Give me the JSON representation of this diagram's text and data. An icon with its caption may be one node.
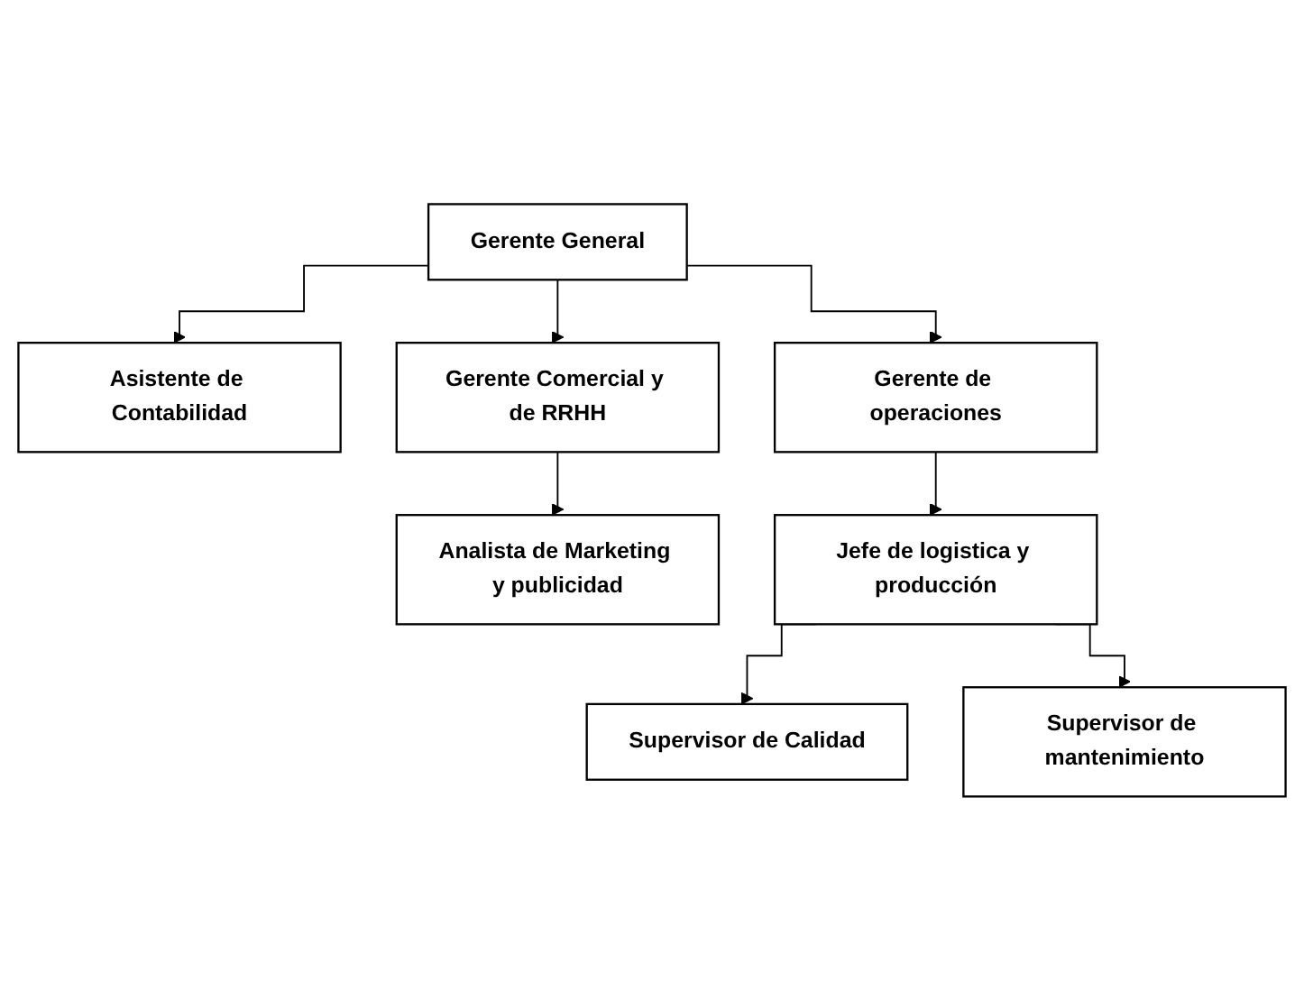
{
  "diagram": {
    "nodes": [
      {
        "text": [
          "Gerente General"
        ]
      },
      {
        "text": [
          "Asistente de Contabilidad"
        ]
      },
      {
        "text": [
          "Gerente Comercial y de RRHH"
        ]
      },
      {
        "text": [
          "Gerente de operaciones"
        ]
      },
      {
        "text": [
          "Analista de Marketing y publicidad"
        ]
      },
      {
        "text": [
          "Jefe de logistica y producción"
        ]
      },
      {
        "text": [
          "Supervisor de Calidad"
        ]
      },
      {
        "text": [
          "Supervisor de mantenimiento"
        ]
      }
    ],
    "edges": [
      {
        "from": 0,
        "to": 1,
        "arrow": "to"
      },
      {
        "from": 0,
        "to": 2,
        "arrow": "to"
      },
      {
        "from": 0,
        "to": 3,
        "arrow": "to"
      },
      {
        "from": 2,
        "to": 4,
        "arrow": "to"
      },
      {
        "from": 3,
        "to": 5,
        "arrow": "to"
      },
      {
        "from": 5,
        "to": 6,
        "arrow": "to"
      },
      {
        "from": 5,
        "to": 7,
        "arrow": "to"
      }
    ]
  }
}
